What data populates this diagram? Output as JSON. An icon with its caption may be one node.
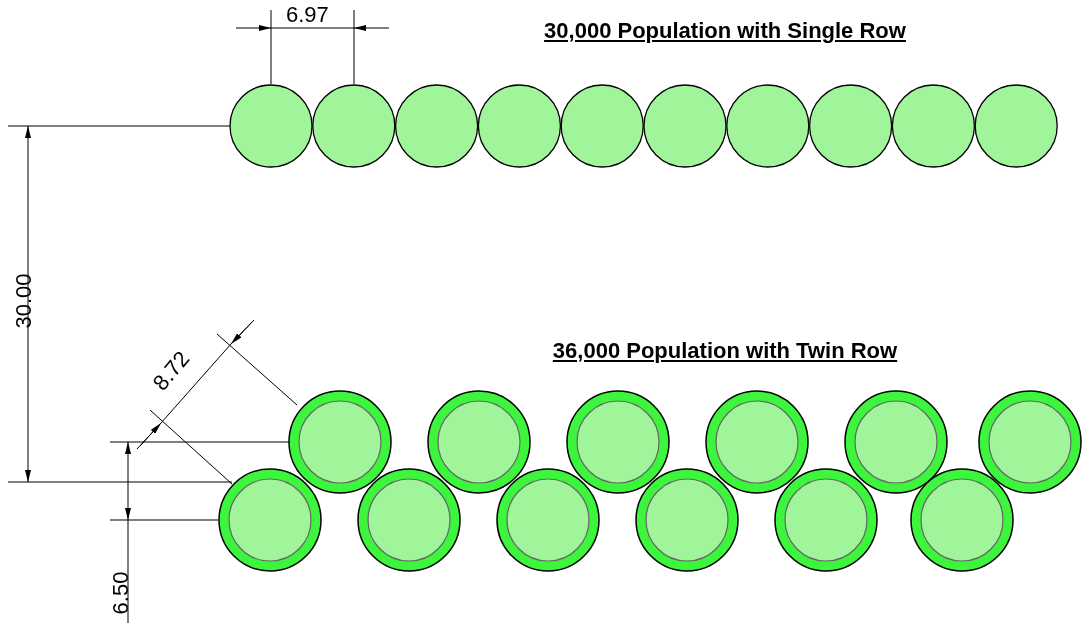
{
  "diagram": {
    "labels": [
      "6.97",
      "30,000 Population with Single Row",
      "30.00",
      "8.72",
      "36,000 Population with Twin Row",
      "6.50"
    ]
  }
}
